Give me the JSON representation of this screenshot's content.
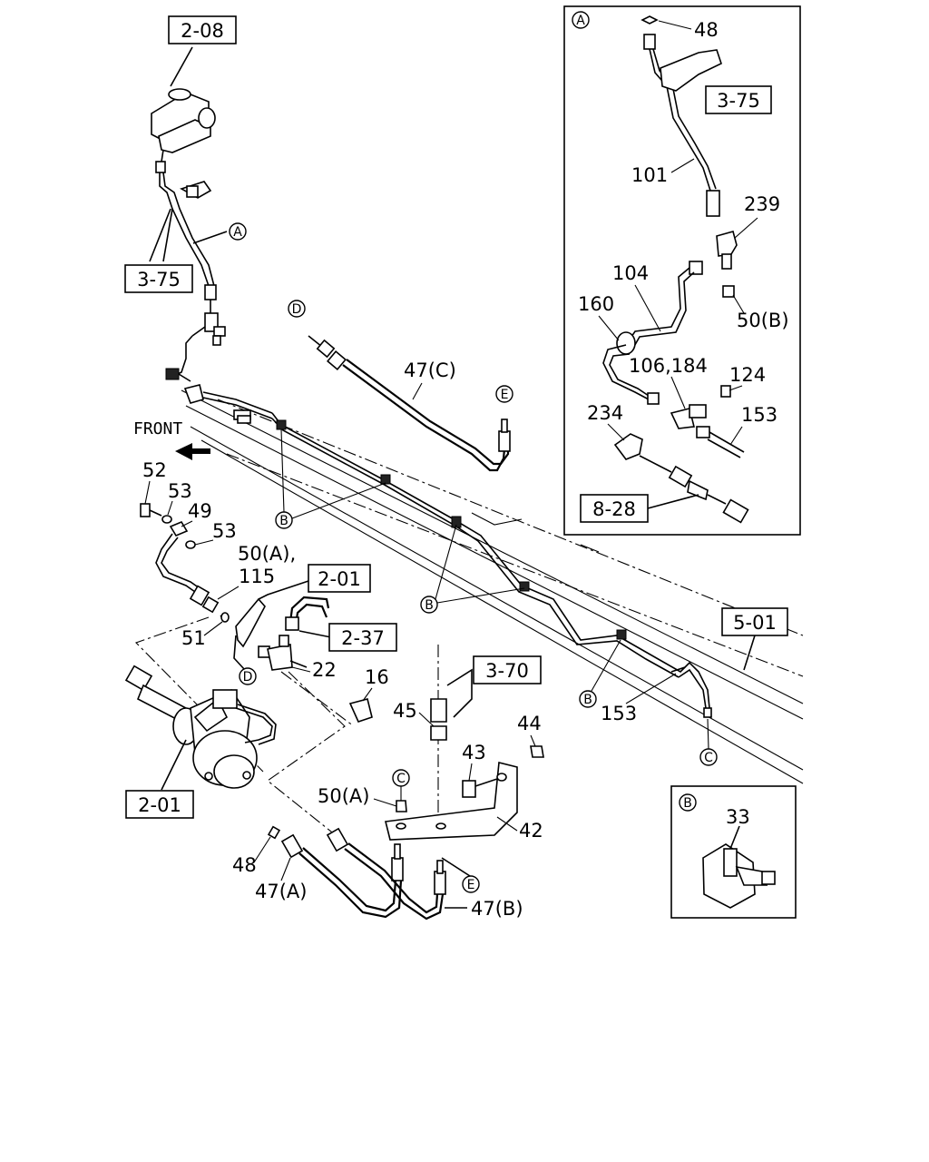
{
  "refs": {
    "r_2_08": "2-08",
    "r_3_75_left": "3-75",
    "r_3_75_inset": "3-75",
    "r_2_01_mid": "2-01",
    "r_2_37": "2-37",
    "r_3_70": "3-70",
    "r_5_01": "5-01",
    "r_2_01_left": "2-01",
    "r_8_28": "8-28"
  },
  "callouts": {
    "A_main": "A",
    "A_inset": "A",
    "B1": "B",
    "B2": "B",
    "B3": "B",
    "B_inset": "B",
    "C1": "C",
    "C2": "C",
    "D1": "D",
    "D2": "D",
    "E1": "E",
    "E2": "E"
  },
  "labels": {
    "front": "FRONT",
    "p47C": "47(C)",
    "p52": "52",
    "p53a": "53",
    "p49": "49",
    "p53b": "53",
    "p50A_115a": "50(A),",
    "p50A_115b": "115",
    "p51": "51",
    "p22": "22",
    "p16": "16",
    "p45": "45",
    "p44": "44",
    "p43": "43",
    "p50A": "50(A)",
    "p42": "42",
    "p48": "48",
    "p47A": "47(A)",
    "p47B": "47(B)",
    "p153": "153",
    "i48": "48",
    "i101": "101",
    "i239": "239",
    "i104": "104",
    "i160": "160",
    "i50B": "50(B)",
    "i124": "124",
    "i106_184": "106,184",
    "i234": "234",
    "i153": "153",
    "b33": "33"
  }
}
